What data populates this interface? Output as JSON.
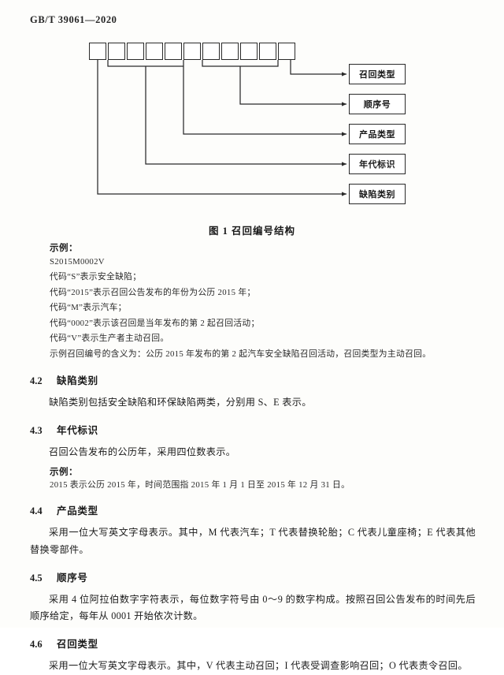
{
  "header": {
    "standard_code": "GB/T 39061—2020"
  },
  "figure": {
    "caption": "图 1   召回编号结构",
    "box_count": 11,
    "boxes": [
      {
        "index": 1,
        "group": "defect-category"
      },
      {
        "index": 2,
        "group": "year-mark"
      },
      {
        "index": 3,
        "group": "year-mark"
      },
      {
        "index": 4,
        "group": "year-mark"
      },
      {
        "index": 5,
        "group": "year-mark"
      },
      {
        "index": 6,
        "group": "product-type"
      },
      {
        "index": 7,
        "group": "serial-number"
      },
      {
        "index": 8,
        "group": "serial-number"
      },
      {
        "index": 9,
        "group": "serial-number"
      },
      {
        "index": 10,
        "group": "serial-number"
      },
      {
        "index": 11,
        "group": "recall-type"
      }
    ],
    "labels": [
      {
        "id": "recall-type",
        "text": "召回类型"
      },
      {
        "id": "serial-number",
        "text": "顺序号"
      },
      {
        "id": "product-type",
        "text": "产品类型"
      },
      {
        "id": "year-mark",
        "text": "年代标识"
      },
      {
        "id": "defect-category",
        "text": "缺陷类别"
      }
    ]
  },
  "example": {
    "title": "示例：",
    "code": "S2015M0002V",
    "lines": [
      "代码“S”表示安全缺陷；",
      "代码“2015”表示召回公告发布的年份为公历 2015 年；",
      "代码“M”表示汽车；",
      "代码“0002”表示该召回是当年发布的第 2 起召回活动；",
      "代码“V”表示生产者主动召回。"
    ],
    "summary": "示例召回编号的含义为：公历 2015 年发布的第 2 起汽车安全缺陷召回活动，召回类型为主动召回。"
  },
  "sections": [
    {
      "number": "4.2",
      "title": "缺陷类别",
      "body": "缺陷类别包括安全缺陷和环保缺陷两类，分别用 S、E 表示。"
    },
    {
      "number": "4.3",
      "title": "年代标识",
      "body": "召回公告发布的公历年，采用四位数表示。",
      "example_title": "示例：",
      "example_line": "2015 表示公历 2015 年，时间范围指 2015 年 1 月 1 日至 2015 年 12 月 31 日。"
    },
    {
      "number": "4.4",
      "title": "产品类型",
      "body": "采用一位大写英文字母表示。其中，M 代表汽车；T 代表替换轮胎；C 代表儿童座椅；E 代表其他替换零部件。"
    },
    {
      "number": "4.5",
      "title": "顺序号",
      "body": "采用 4 位阿拉伯数字字符表示，每位数字符号由 0～9 的数字构成。按照召回公告发布的时间先后顺序给定，每年从 0001 开始依次计数。"
    },
    {
      "number": "4.6",
      "title": "召回类型",
      "body": "采用一位大写英文字母表示。其中，V 代表主动召回；I 代表受调查影响召回；O 代表责令召回。"
    }
  ],
  "colors": {
    "ink": "#1b1b1b",
    "line": "#2a2a2a",
    "paper": "#fdfdfb"
  }
}
